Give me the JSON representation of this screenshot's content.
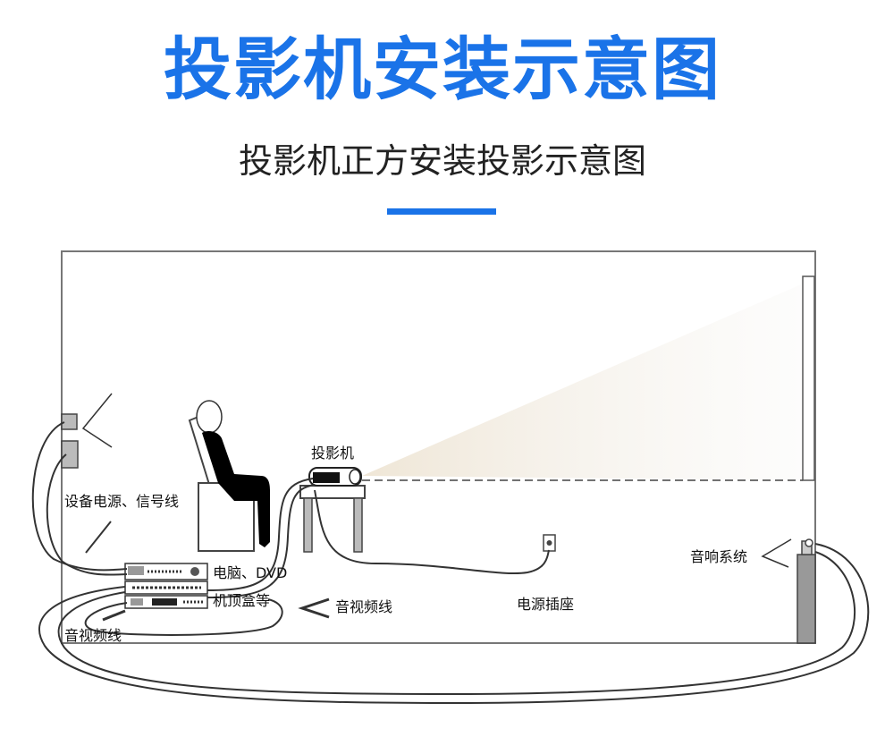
{
  "header": {
    "title": "投影机安装示意图",
    "subtitle": "投影机正方安装投影示意图"
  },
  "labels": {
    "projector": "投影机",
    "device_power_signal": "设备电源、信号线",
    "pc_dvd_line1": "电脑、DVD",
    "pc_dvd_line2": "机顶盒等",
    "av_cable_center": "音视频线",
    "av_cable_left": "音视频线",
    "power_socket": "电源插座",
    "audio_system": "音响系统"
  },
  "colors": {
    "accent": "#1a73e8",
    "line": "#444444"
  }
}
